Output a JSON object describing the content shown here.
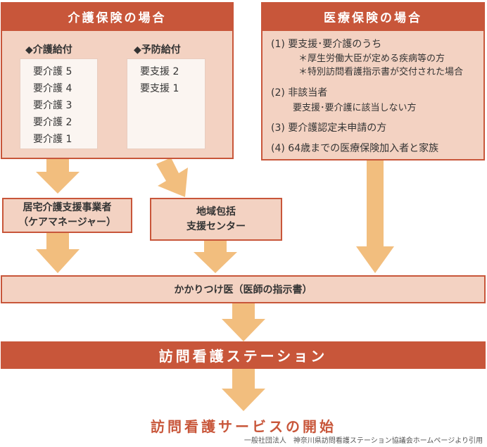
{
  "care_insurance": {
    "title": "介護保険の場合",
    "kaigo_kyufu": {
      "heading": "◆介護給付",
      "items": [
        "要介護 5",
        "要介護 4",
        "要介護 3",
        "要介護 2",
        "要介護 1"
      ]
    },
    "yobo_kyufu": {
      "heading": "◆予防給付",
      "items": [
        "要支援 2",
        "要支援 1"
      ]
    }
  },
  "medical_insurance": {
    "title": "医療保険の場合",
    "lines": [
      "(1) 要支援･要介護のうち",
      "＊厚生労働大臣が定める疾病等の方",
      "＊特別訪問看護指示書が交付された場合",
      "(2) 非該当者",
      "要支援･要介護に該当しない方",
      "(3) 要介護認定未申請の方",
      "(4) 64歳までの医療保険加入者と家族"
    ]
  },
  "care_manager": {
    "line1": "居宅介護支援事業者",
    "line2": "（ケアマネージャー）"
  },
  "support_center": {
    "line1": "地域包括",
    "line2": "支援センター"
  },
  "doctor": "かかりつけ医（医師の指示書）",
  "station": "訪問看護ステーション",
  "start": "訪問看護サービスの開始",
  "credit": "一般社団法人　神奈川県訪問看護ステーション協議会ホームページより引用",
  "colors": {
    "primary": "#c8563a",
    "panel_fill": "#f3d2c2",
    "arrow": "#f2be7e",
    "list_fill": "#fbf5f1"
  }
}
